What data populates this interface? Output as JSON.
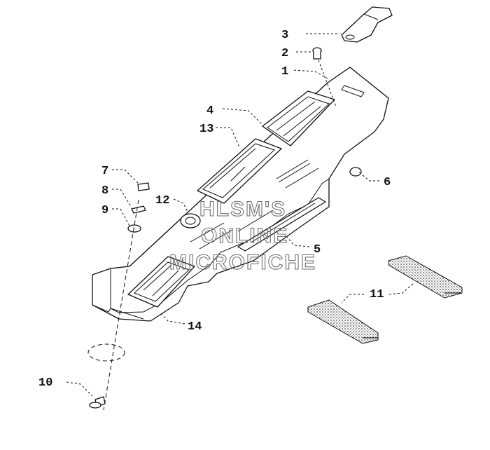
{
  "callouts": [
    {
      "id": "3",
      "text": "3"
    },
    {
      "id": "2",
      "text": "2"
    },
    {
      "id": "1",
      "text": "1"
    },
    {
      "id": "4",
      "text": "4"
    },
    {
      "id": "13",
      "text": "13"
    },
    {
      "id": "6",
      "text": "6"
    },
    {
      "id": "7",
      "text": "7"
    },
    {
      "id": "8",
      "text": "8"
    },
    {
      "id": "12",
      "text": "12"
    },
    {
      "id": "9",
      "text": "9"
    },
    {
      "id": "5",
      "text": "5"
    },
    {
      "id": "11",
      "text": "11"
    },
    {
      "id": "14",
      "text": "14"
    },
    {
      "id": "10",
      "text": "10"
    }
  ],
  "watermark": {
    "line1": "HLSM'S",
    "line2": "ONLINE",
    "line3": "MICROFICHE",
    "color": "#6f6f6f"
  },
  "colors": {
    "ink": "#111111",
    "background": "#ffffff"
  }
}
